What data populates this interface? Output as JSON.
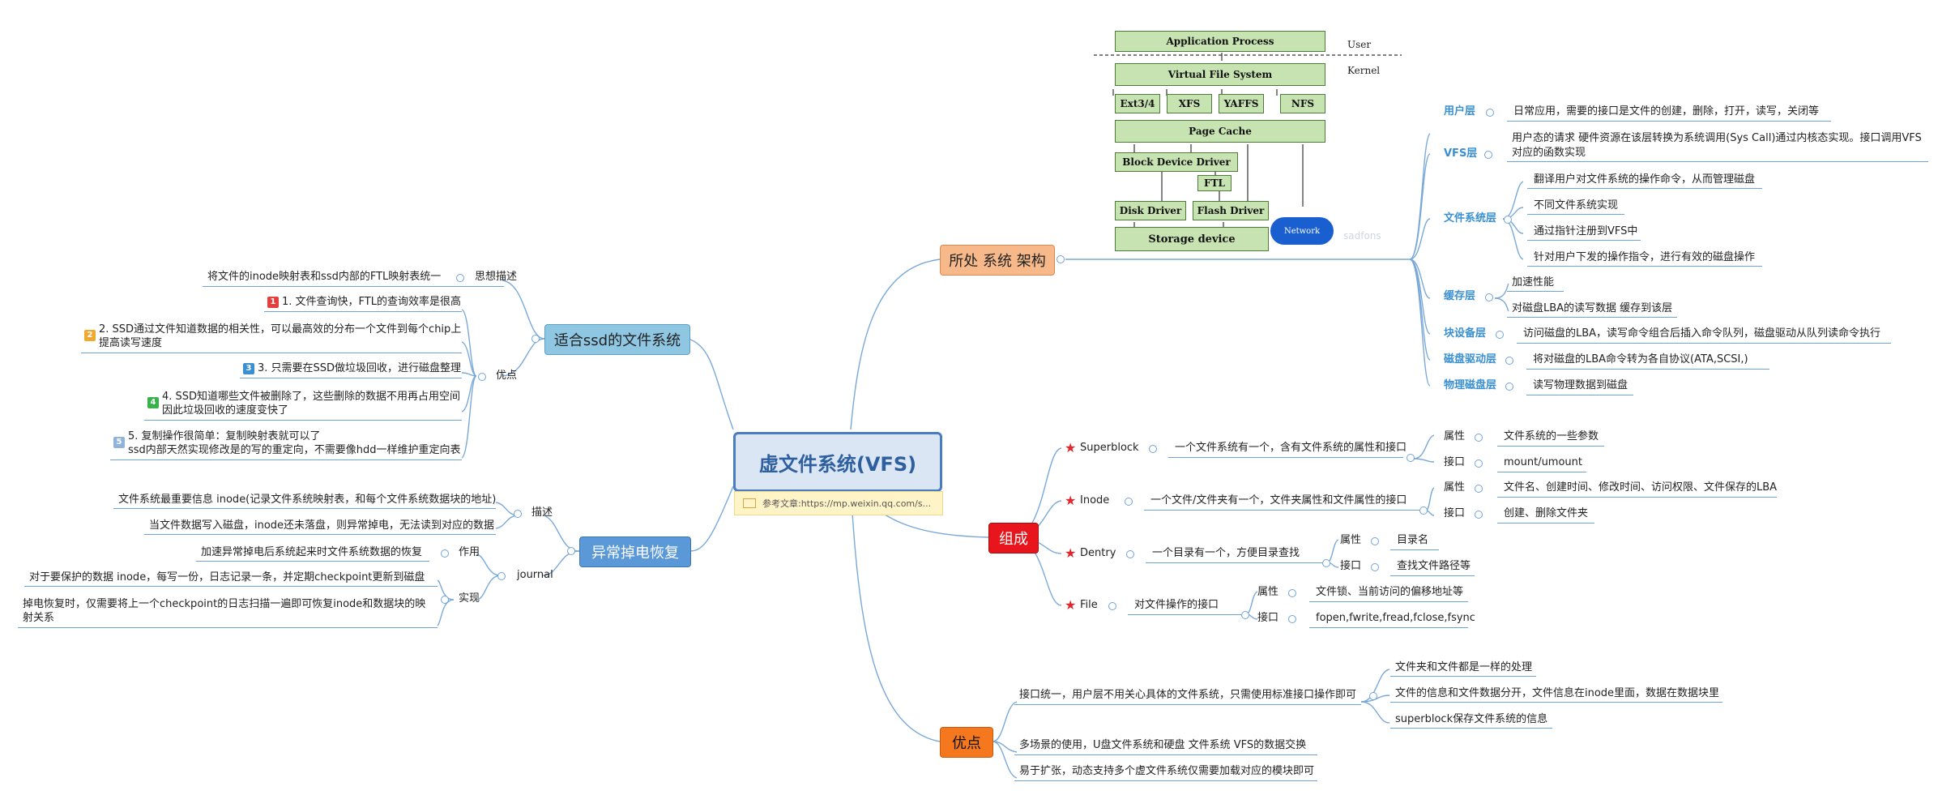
{
  "root": {
    "title": "虚文件系统(VFS)",
    "note": "参考文章:https://mp.weixin.qq.com/s..."
  },
  "branches": {
    "arch": "所处 系统 架构",
    "compose": "组成",
    "advantage": "优点",
    "ssd": "适合ssd的文件系统",
    "recover": "异常掉电恢复"
  },
  "layers": [
    {
      "name": "用户层",
      "desc": "日常应用，需要的接口是文件的创建，删除，打开，读写，关闭等"
    },
    {
      "name": "VFS层",
      "desc_1": "用户态的请求 硬件资源在该层转换为系统调用(Sys Call)通过内核态实现。接口调用VFS",
      "desc_2": "对应的函数实现"
    },
    {
      "name": "文件系统层",
      "items": [
        "翻译用户对文件系统的操作命令，从而管理磁盘",
        "不同文件系统实现",
        "通过指针注册到VFS中",
        "针对用户下发的操作指令，进行有效的磁盘操作"
      ]
    },
    {
      "name": "缓存层",
      "items": [
        "加速性能",
        "对磁盘LBA的读写数据 缓存到该层"
      ]
    },
    {
      "name": "块设备层",
      "desc": "访问磁盘的LBA，读写命令组合后插入命令队列，磁盘驱动从队列读命令执行"
    },
    {
      "name": "磁盘驱动层",
      "desc": "将对磁盘的LBA命令转为各自协议(ATA,SCSI,)"
    },
    {
      "name": "物理磁盘层",
      "desc": "读写物理数据到磁盘"
    }
  ],
  "arch_figure": {
    "user_label": "User",
    "kernel_label": "Kernel",
    "app": "Application Process",
    "vfs": "Virtual File System",
    "fs": [
      "Ext3/4",
      "XFS",
      "YAFFS",
      "NFS"
    ],
    "page_cache": "Page Cache",
    "block_driver": "Block Device Driver",
    "ftl": "FTL",
    "disk_driver": "Disk Driver",
    "flash_driver": "Flash Driver",
    "storage": "Storage device",
    "network": "Network",
    "watermark": "sadfons"
  },
  "components": [
    {
      "name": "Superblock",
      "desc": "一个文件系统有一个，含有文件系统的属性和接口",
      "attr_label": "属性",
      "attr": "文件系统的一些参数",
      "iface_label": "接口",
      "iface": "mount/umount"
    },
    {
      "name": "Inode",
      "desc": "一个文件/文件夹有一个，文件夹属性和文件属性的接口",
      "attr_label": "属性",
      "attr": "文件名、创建时间、修改时间、访问权限、文件保存的LBA",
      "iface_label": "接口",
      "iface": "创建、删除文件夹"
    },
    {
      "name": "Dentry",
      "desc": "一个目录有一个，方便目录查找",
      "attr_label": "属性",
      "attr": "目录名",
      "iface_label": "接口",
      "iface": "查找文件路径等"
    },
    {
      "name": "File",
      "desc": "对文件操作的接口",
      "attr_label": "属性",
      "attr": "文件锁、当前访问的偏移地址等",
      "iface_label": "接口",
      "iface": "fopen,fwrite,fread,fclose,fsync"
    }
  ],
  "advantages": {
    "unified": "接口统一，用户层不用关心具体的文件系统，只需使用标准接口操作即可",
    "unified_items": [
      "文件夹和文件都是一样的处理",
      "文件的信息和文件数据分开，文件信息在inode里面，数据在数据块里",
      "superblock保存文件系统的信息"
    ],
    "multi": "多场景的使用，U盘文件系统和硬盘 文件系统 VFS的数据交换",
    "extend": "易于扩张，动态支持多个虚文件系统仅需要加载对应的模块即可"
  },
  "ssd": {
    "idea_label": "思想描述",
    "idea": "将文件的inode映射表和ssd内部的FTL映射表统一",
    "pros_label": "优点",
    "pros": [
      {
        "n": "1",
        "text": "1. 文件查询快，FTL的查询效率是很高"
      },
      {
        "n": "2",
        "text_1": "2. SSD通过文件知道数据的相关性，可以最高效的分布一个文件到每个chip上",
        "text_2": "提高读写速度"
      },
      {
        "n": "3",
        "text": "3. 只需要在SSD做垃圾回收，进行磁盘整理"
      },
      {
        "n": "4",
        "text_1": "4. SSD知道哪些文件被删除了，这些删除的数据不用再占用空间",
        "text_2": "因此垃圾回收的速度变快了"
      },
      {
        "n": "5",
        "text_1": "5. 复制操作很简单：复制映射表就可以了",
        "text_2": "ssd内部天然实现修改是的写的重定向，不需要像hdd一样维护重定向表"
      }
    ],
    "colors": [
      "#e53e3e",
      "#f0a830",
      "#3a8fd0",
      "#38b24a",
      "#8fb3d9"
    ]
  },
  "recover": {
    "desc_label": "描述",
    "desc_items": [
      "文件系统最重要信息 inode(记录文件系统映射表，和每个文件系统数据块的地址)",
      "当文件数据写入磁盘，inode还未落盘，则异常掉电，无法读到对应的数据"
    ],
    "journal_label": "journal",
    "use_label": "作用",
    "use": "加速异常掉电后系统起来时文件系统数据的恢复",
    "impl_label": "实现",
    "impl_1": "对于要保护的数据 inode，每写一份，日志记录一条，并定期checkpoint更新到磁盘",
    "impl_2a": "掉电恢复时，仅需要将上一个checkpoint的日志扫描一遍即可恢复inode和数据块的映",
    "impl_2b": "射关系"
  },
  "colors": {
    "root_fill": "#dbe6f5",
    "root_border": "#4a7cc0",
    "arch": "#f7b98a",
    "compose": "#e8161c",
    "advantage": "#f5781f",
    "ssd": "#8fc7e3",
    "recover": "#5a98d8",
    "line": "#6ea3d8"
  }
}
